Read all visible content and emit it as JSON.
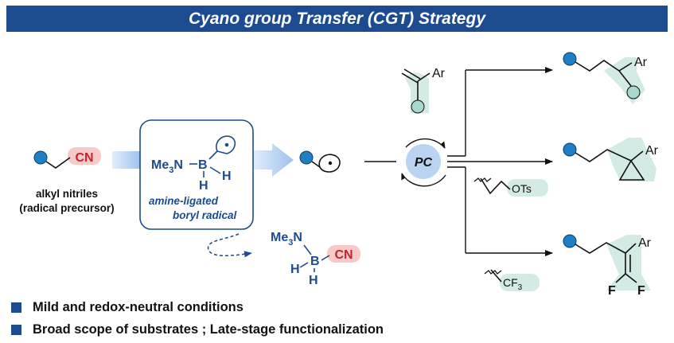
{
  "banner": {
    "title": "Cyano group Transfer (CGT) Strategy",
    "color": "#1d4b8f"
  },
  "substrate": {
    "group": "CN",
    "label_line1": "alkyl nitriles",
    "label_line2": "(radical precursor)"
  },
  "reagent": {
    "amine": "Me",
    "amine_sub": "3",
    "amine_n": "N",
    "boron": "B",
    "hydrogen": "H",
    "caption_line1": "amine-ligated",
    "caption_line2": "boryl radical"
  },
  "byproduct": {
    "amine": "Me",
    "amine_sub": "3",
    "amine_n": "N",
    "boron": "B",
    "hydrogen": "H",
    "group": "CN"
  },
  "catalyst": {
    "label": "PC"
  },
  "partners": {
    "styrene_aryl": "Ar",
    "tosylate": "OTs",
    "trifluoromethyl": "CF",
    "trifluoromethyl_sub": "3"
  },
  "products": {
    "aryl": "Ar",
    "fluorine": "F"
  },
  "colors": {
    "accent_blue": "#1d4b8f",
    "atom_blue": "#1e7fc4",
    "nitrile_highlight": "#f7c9c9",
    "nitrile_text": "#c0272d",
    "teal_highlight": "#d3eae5",
    "teal_atom": "#a7d8ce",
    "arrow_gradient": "#a9c8ef"
  },
  "bullets": [
    "Mild and redox-neutral conditions",
    "Broad scope of substrates ; Late-stage functionalization"
  ]
}
